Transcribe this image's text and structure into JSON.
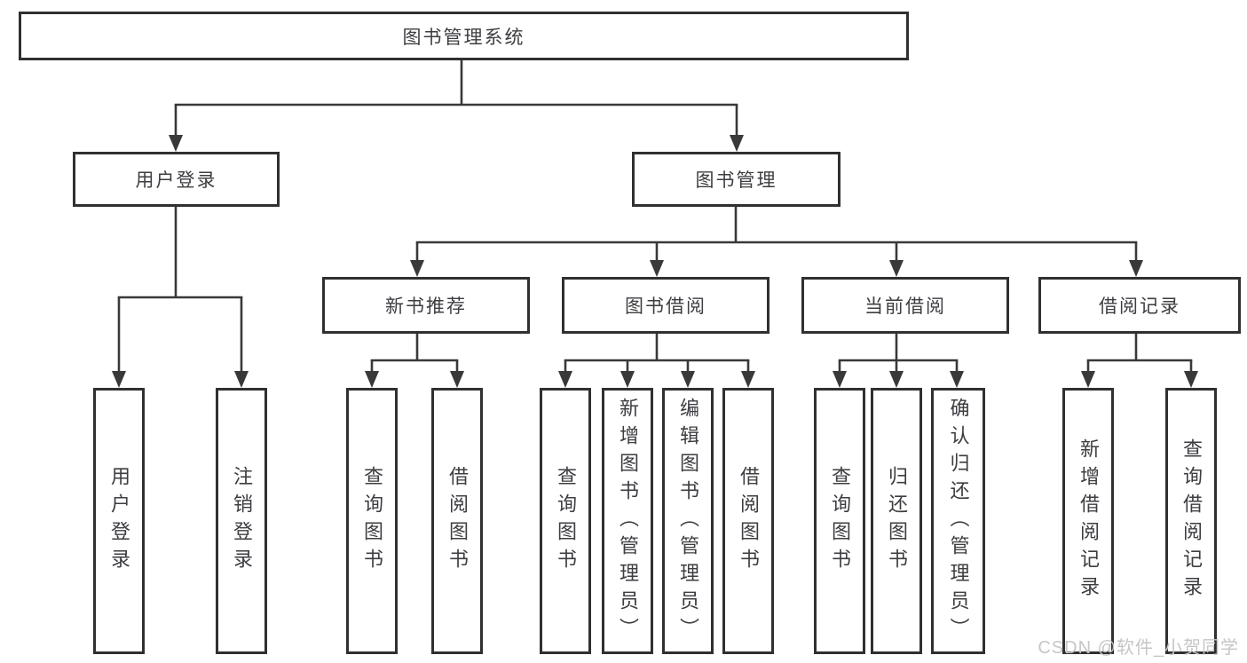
{
  "diagram": {
    "title": "图书管理系统",
    "modules": {
      "user_login": "用户登录",
      "book_management": "图书管理"
    },
    "submodules": {
      "new_book_recommend": "新书推荐",
      "book_borrow": "图书借阅",
      "current_borrow": "当前借阅",
      "borrow_records": "借阅记录"
    },
    "functions": {
      "user_login": "用户登录",
      "logout": "注销登录",
      "nb_query_books": "查询图书",
      "nb_borrow_books": "借阅图书",
      "bb_query_books": "查询图书",
      "bb_add_books": "新增图书（管理员）",
      "bb_edit_books": "编辑图书（管理员）",
      "bb_borrow_books": "借阅图书",
      "cb_query_books": "查询图书",
      "cb_return_books": "归还图书",
      "cb_confirm_return": "确认归还（管理员）",
      "br_add_record": "新增借阅记录",
      "br_query_record": "查询借阅记录"
    }
  },
  "watermark": "CSDN @软件_小贺同学",
  "colors": {
    "line": "#39393b",
    "border": "#303032",
    "text": "#3d3d42",
    "watermark": "#c6c6c6"
  }
}
